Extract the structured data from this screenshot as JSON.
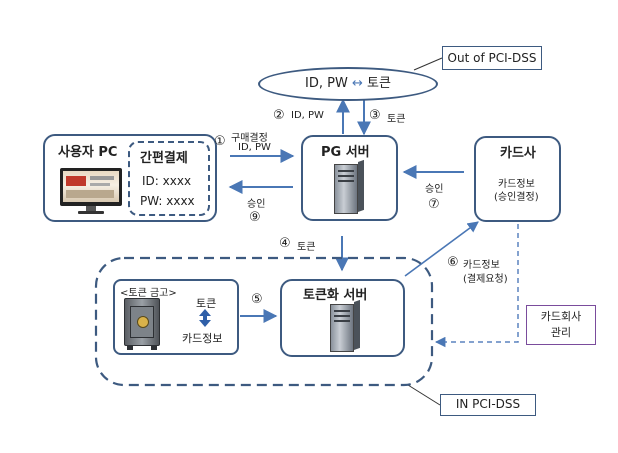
{
  "callouts": {
    "out_pci": "Out of PCI-DSS",
    "in_pci": "IN PCI-DSS"
  },
  "oval": {
    "id_pw": "ID, PW",
    "arrows": "↔",
    "token": "토큰"
  },
  "user_pc": {
    "title": "사용자 PC",
    "easypay_title": "간편결제",
    "id_line": "ID: xxxx",
    "pw_line": "PW: xxxx"
  },
  "pg_server": {
    "title": "PG 서버"
  },
  "card_company": {
    "title": "카드사",
    "info_line1": "카드정보",
    "info_line2": "(승인결정)"
  },
  "token_server": {
    "title": "토큰화 서버"
  },
  "vault": {
    "title": "<토큰 금고>",
    "token": "토큰",
    "card_info": "카드정보"
  },
  "card_mgmt": {
    "line1": "카드회사",
    "line2": "관리"
  },
  "steps": {
    "s1_num": "①",
    "s1_line1": "구매결정",
    "s1_line2": "ID, PW",
    "s2_num": "②",
    "s2_label": "ID, PW",
    "s3_num": "③",
    "s3_label": "토큰",
    "s4_num": "④",
    "s4_label": "토큰",
    "s5_num": "⑤",
    "s6_num": "⑥",
    "s6_line1": "카드정보",
    "s6_line2": "(결제요청)",
    "s7_label": "승인",
    "s7_num": "⑦",
    "s9_label": "승인",
    "s9_num": "⑨"
  },
  "colors": {
    "box_border": "#3d5a80",
    "arrow": "#4a77b5",
    "dashed_link": "#5b83bf",
    "mgmt_border": "#7a4c9c"
  },
  "icons": {
    "pc": "monitor-icon",
    "server": "server-icon",
    "vault": "safe-icon",
    "swap": "double-arrow-icon"
  }
}
